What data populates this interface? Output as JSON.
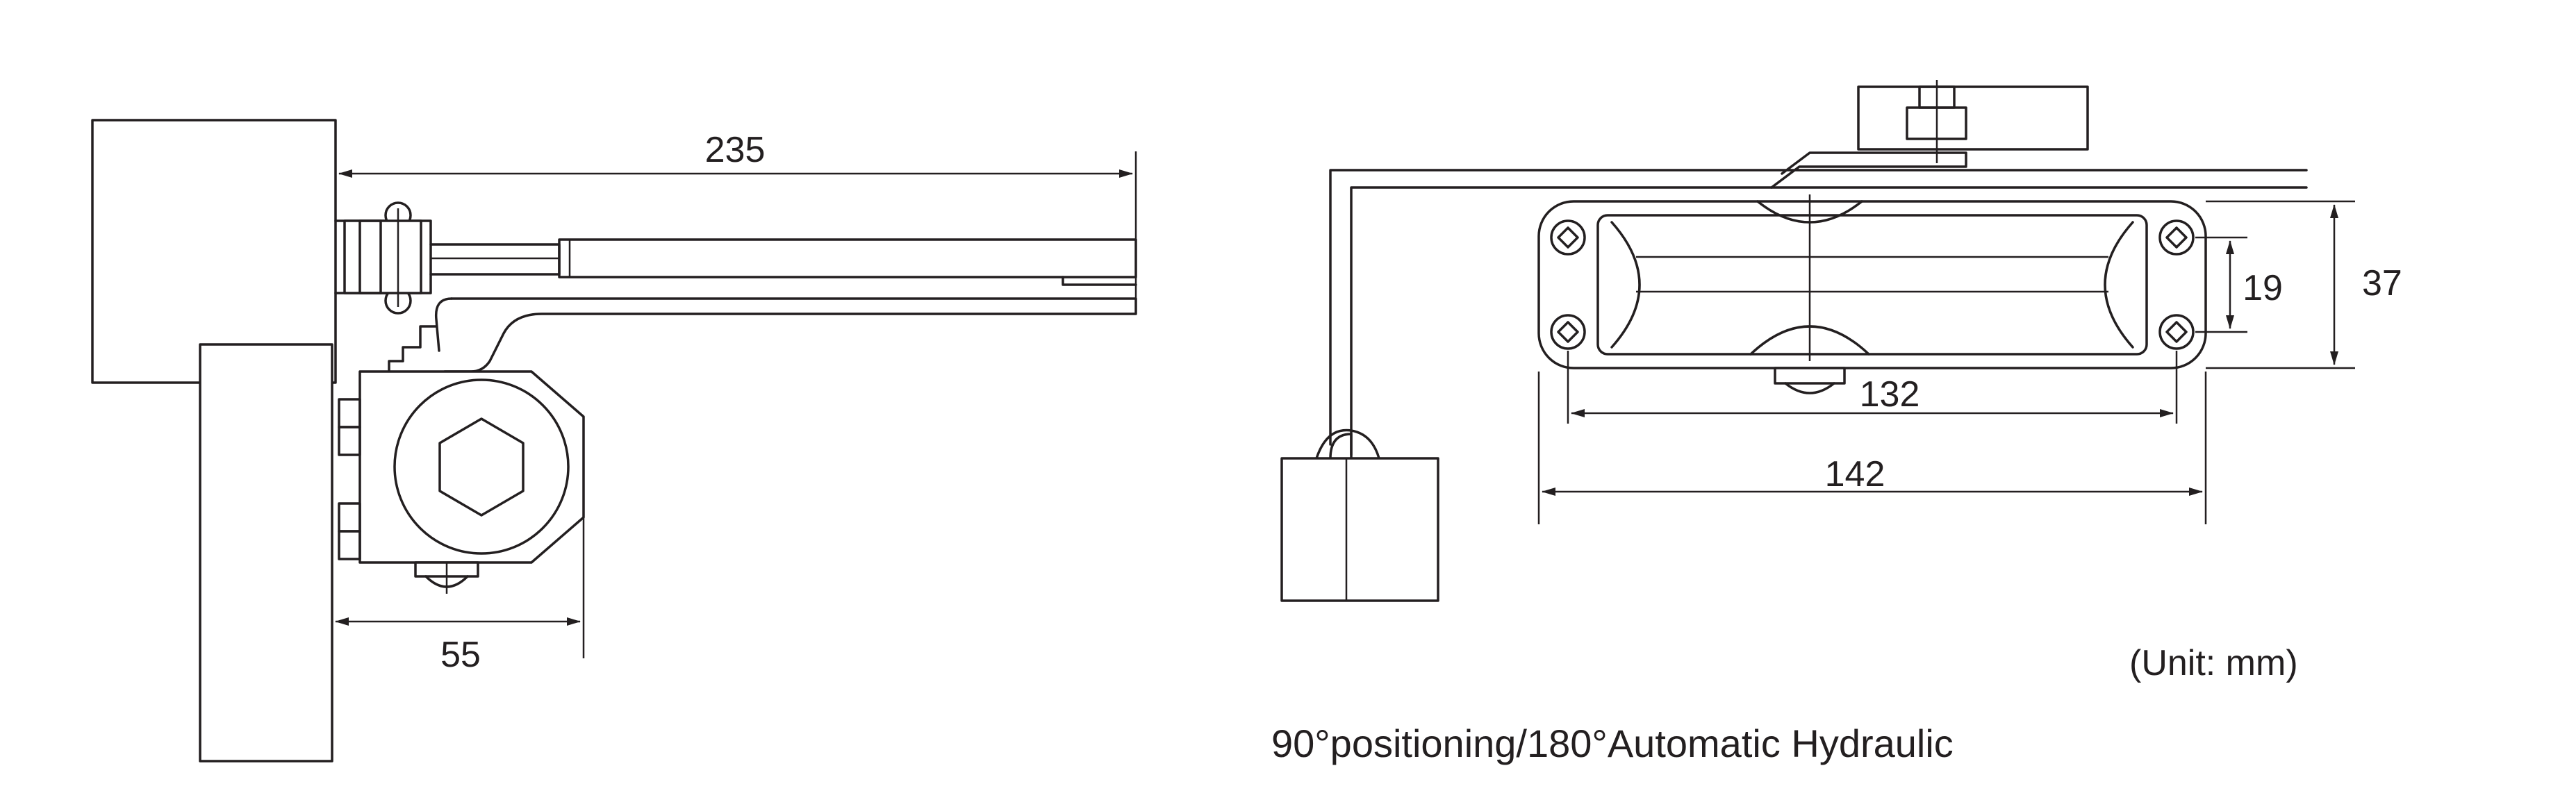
{
  "dimensions": {
    "arm_length": "235",
    "bracket_depth": "55",
    "body_length": "142",
    "mounting_hole_spacing": "132",
    "body_height": "37",
    "mounting_hole_vertical": "19"
  },
  "unit_note": "(Unit: mm)",
  "caption": "90°positioning/180°Automatic Hydraulic",
  "colors": {
    "line": "#231f20",
    "background": "#ffffff"
  }
}
